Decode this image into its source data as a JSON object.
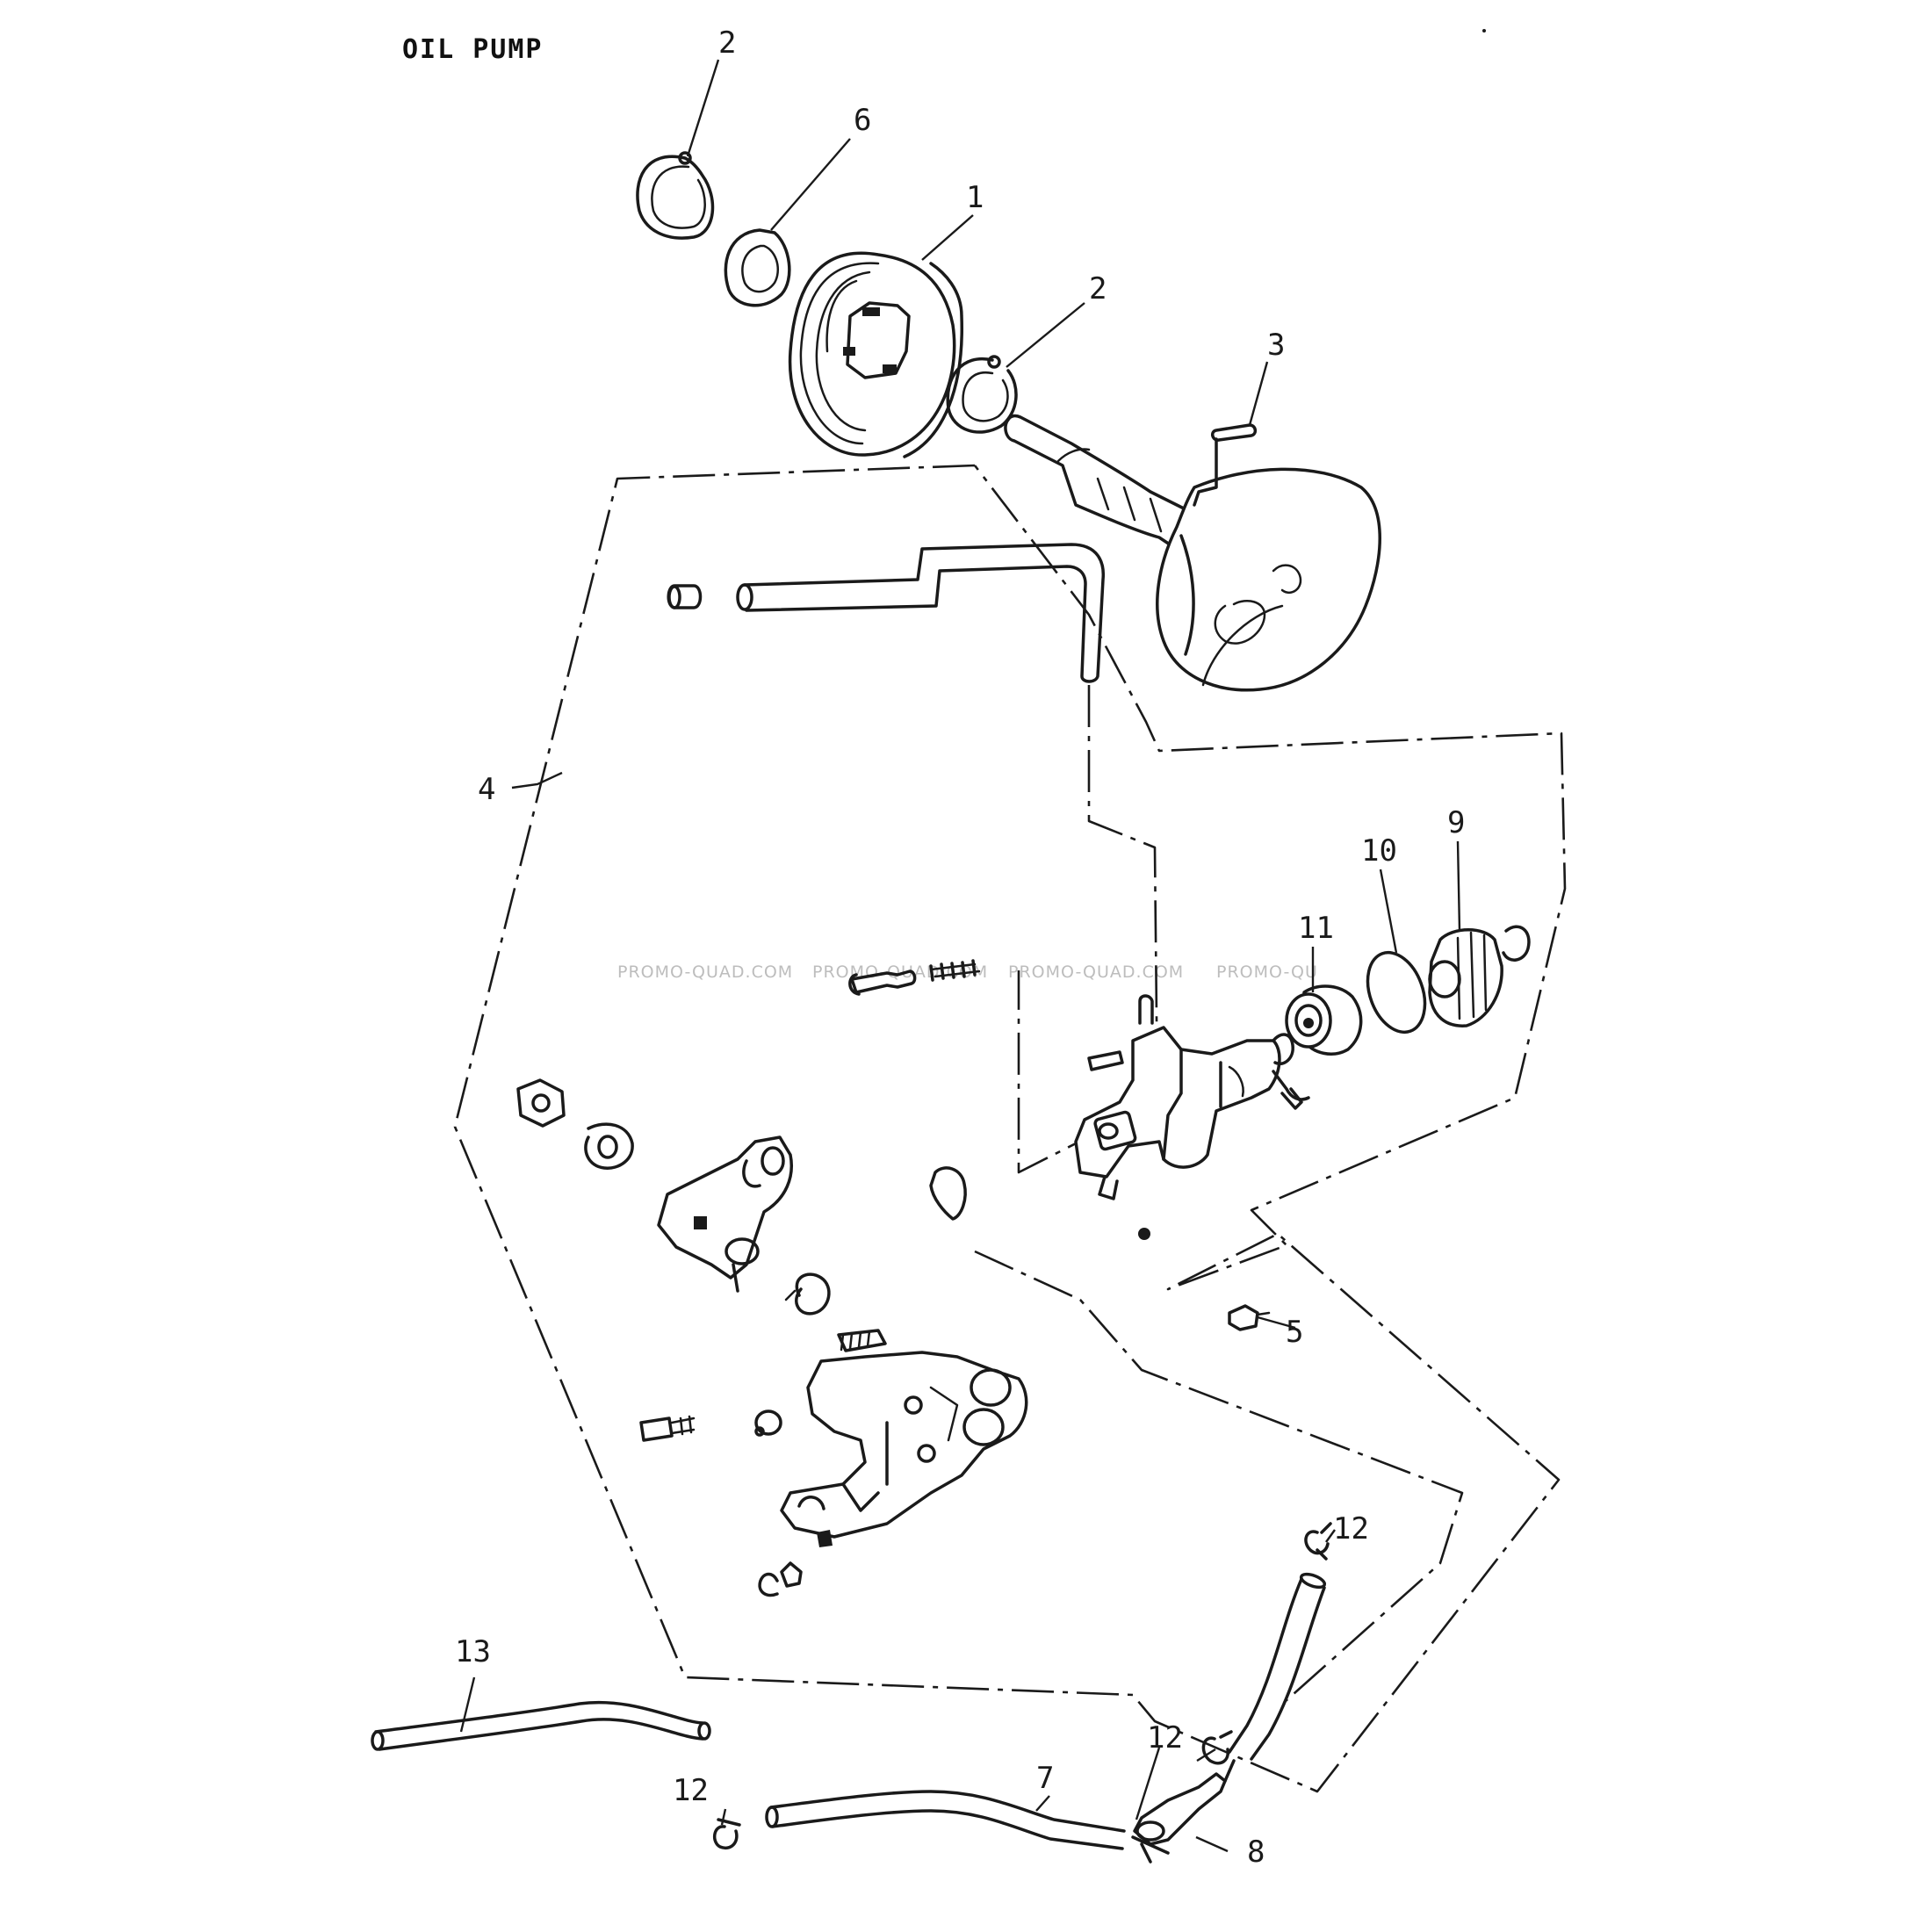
{
  "title": "OIL PUMP",
  "watermark": "PROMO-QUAD.COM",
  "colors": {
    "ink": "#1a1a1a",
    "background": "#ffffff",
    "watermark": "#bdbdbd"
  },
  "callouts": {
    "c1": "1",
    "c2a": "2",
    "c2b": "2",
    "c3": "3",
    "c4": "4",
    "c5": "5",
    "c6": "6",
    "c7": "7",
    "c8": "8",
    "c9": "9",
    "c10": "10",
    "c11": "11",
    "c12a": "12",
    "c12b": "12",
    "c12c": "12",
    "c13": "13"
  }
}
